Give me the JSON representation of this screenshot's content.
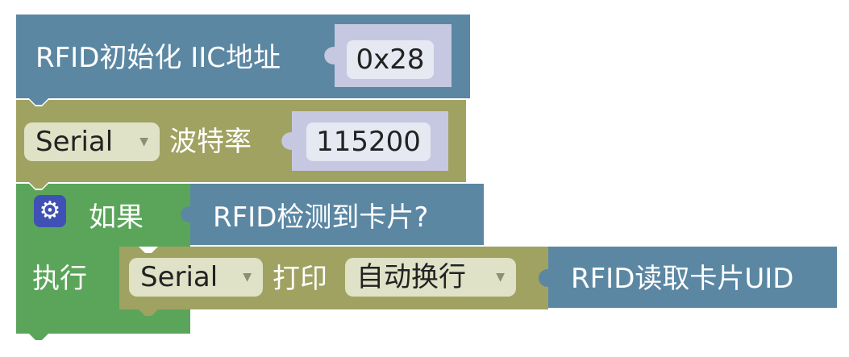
{
  "blocks": {
    "rfid_init": {
      "label": "RFID初始化 IIC地址",
      "value": "0x28"
    },
    "serial_baud": {
      "port": "Serial",
      "label": "波特率",
      "value": "115200"
    },
    "if_block": {
      "if_label": "如果",
      "condition": "RFID检测到卡片?",
      "do_label": "执行"
    },
    "serial_print": {
      "port": "Serial",
      "label": "打印",
      "mode": "自动换行",
      "value": "RFID读取卡片UID"
    }
  },
  "colors": {
    "blue": "#5b87a3",
    "olive": "#a0a262",
    "green": "#5ba55b",
    "socket": "#c5c8e0",
    "field_bg": "#e6e8f2",
    "dropdown_bg": "#dfe2c6",
    "gear": "#3f51b5"
  },
  "icons": {
    "mutator": "gear-icon",
    "dropdown": "triangle-down-icon"
  }
}
